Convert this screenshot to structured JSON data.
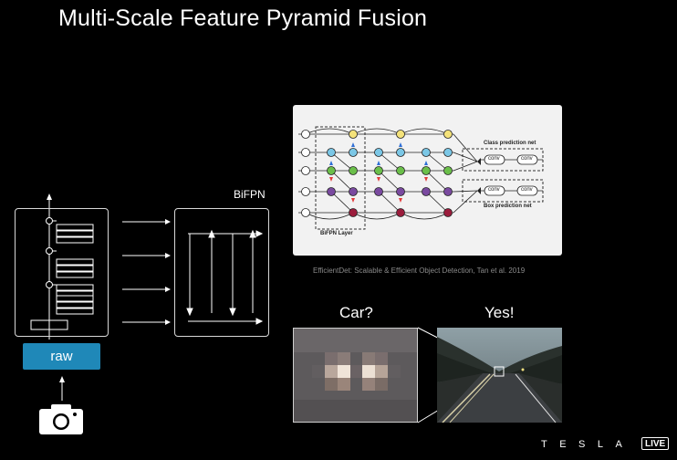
{
  "slide": {
    "title": "Multi-Scale Feature Pyramid Fusion",
    "bifpn_label": "BiFPN",
    "raw_button": "raw",
    "caption": "EfficientDet: Scalable & Efficient Object Detection, Tan et al. 2019",
    "car_label": "Car?",
    "yes_label": "Yes!"
  },
  "figure": {
    "class_net_label": "Class prediction net",
    "box_net_label": "Box prediction net",
    "layer_label": "BiFPN Layer",
    "conv_label": "conv",
    "node_colors": [
      "#f4e27a",
      "#7bc7e6",
      "#6bbf4a",
      "#7a4aa0",
      "#9b1c3c"
    ],
    "arrow_colors": {
      "up": "#2f6fd6",
      "down": "#e23b3b"
    }
  },
  "branding": {
    "logo": "TESLA",
    "live_badge": "LIVE"
  }
}
